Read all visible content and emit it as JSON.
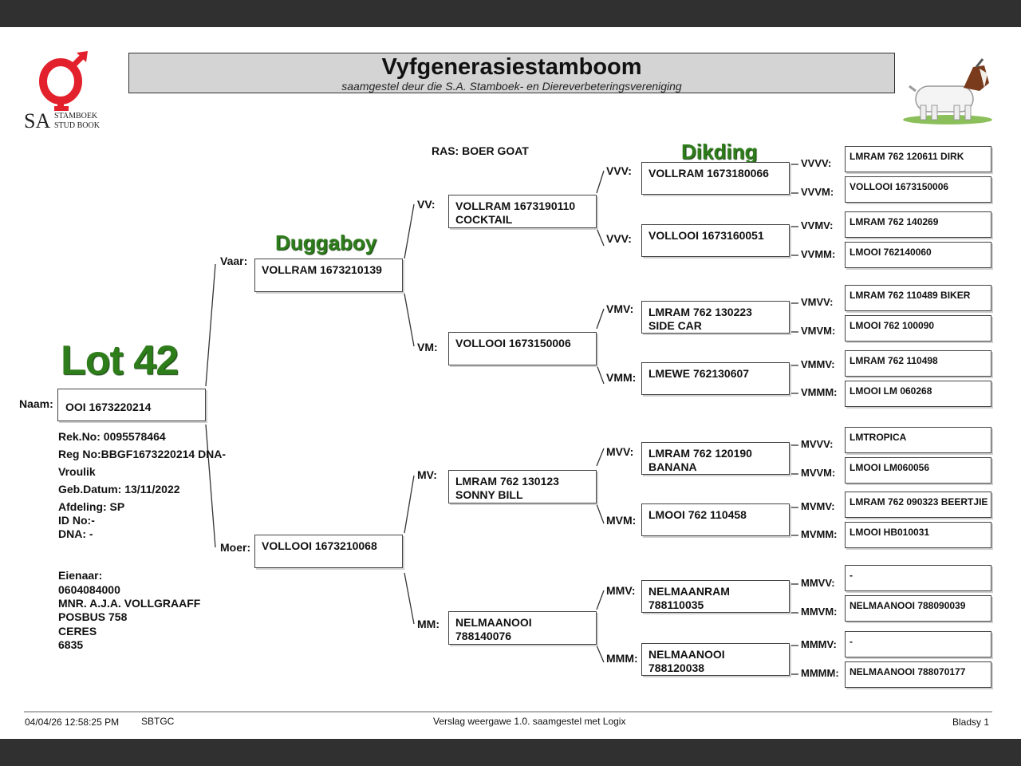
{
  "header": {
    "title": "Vyfgenerasiestamboom",
    "subtitle": "saamgestel deur die S.A. Stamboek- en Diereverbeteringsvereniging",
    "logo_text_big": "SA",
    "logo_text_line1": "STAMBOEK",
    "logo_text_line2": "STUD BOOK",
    "colors": {
      "logo_red": "#e3212c",
      "title_bar": "#d4d4d4",
      "green_label": "#2e7d1b"
    }
  },
  "breed": "RAS: BOER GOAT",
  "lot": "Lot 42",
  "nicknames": {
    "sire": "Duggaboy",
    "vvv": "Dikding"
  },
  "animal": {
    "label": "Naam:",
    "name": "OOI 1673220214",
    "rek": "Rek.No: 0095578464",
    "reg": "Reg No:BBGF1673220214 DNA-",
    "sex": "Vroulik",
    "born": "Geb.Datum: 13/11/2022",
    "afdeling": "Afdeling: SP",
    "id": "ID No:-",
    "dna": "DNA: -"
  },
  "owner": {
    "label": "Eienaar:",
    "number": "0604084000",
    "name": "MNR. A.J.A. VOLLGRAAFF",
    "address1": "POSBUS 758",
    "address2": "CERES",
    "postcode": "6835"
  },
  "parents": {
    "vaar_label": "Vaar:",
    "vaar": "VOLLRAM 1673210139",
    "moer_label": "Moer:",
    "moer": "VOLLOOI 1673210068"
  },
  "grandparents": [
    {
      "label": "VV:",
      "name": "VOLLRAM 1673190110\nCOCKTAIL"
    },
    {
      "label": "VM:",
      "name": "VOLLOOI 1673150006"
    },
    {
      "label": "MV:",
      "name": "LMRAM 762 130123\nSONNY BILL"
    },
    {
      "label": "MM:",
      "name": "NELMAANOOI\n788140076"
    }
  ],
  "gen3": [
    {
      "label": "VVV:",
      "name": "VOLLRAM 1673180066"
    },
    {
      "label": "VVV:",
      "name": "VOLLOOI 1673160051"
    },
    {
      "label": "VMV:",
      "name": "LMRAM 762 130223\nSIDE CAR"
    },
    {
      "label": "VMM:",
      "name": "LMEWE 762130607"
    },
    {
      "label": "MVV:",
      "name": "LMRAM 762 120190\nBANANA"
    },
    {
      "label": "MVM:",
      "name": "LMOOI 762 110458"
    },
    {
      "label": "MMV:",
      "name": "NELMAANRAM\n788110035"
    },
    {
      "label": "MMM:",
      "name": "NELMAANOOI\n788120038"
    }
  ],
  "gen4": [
    {
      "label": "VVVV:",
      "name": "LMRAM 762 120611 DIRK"
    },
    {
      "label": "VVVM:",
      "name": "VOLLOOI 1673150006"
    },
    {
      "label": "VVMV:",
      "name": "LMRAM 762 140269"
    },
    {
      "label": "VVMM:",
      "name": "LMOOI 762140060"
    },
    {
      "label": "VMVV:",
      "name": "LMRAM 762 110489 BIKER"
    },
    {
      "label": "VMVM:",
      "name": "LMOOI 762 100090"
    },
    {
      "label": "VMMV:",
      "name": "LMRAM 762 110498"
    },
    {
      "label": "VMMM:",
      "name": "LMOOI LM 060268"
    },
    {
      "label": "MVVV:",
      "name": "LMTROPICA"
    },
    {
      "label": "MVVM:",
      "name": "LMOOI LM060056"
    },
    {
      "label": "MVMV:",
      "name": "LMRAM 762 090323 BEERTJIE"
    },
    {
      "label": "MVMM:",
      "name": "LMOOI HB010031"
    },
    {
      "label": "MMVV:",
      "name": "-"
    },
    {
      "label": "MMVM:",
      "name": "NELMAANOOI 788090039"
    },
    {
      "label": "MMMV:",
      "name": "-"
    },
    {
      "label": "MMMM:",
      "name": "NELMAANOOI 788070177"
    }
  ],
  "footer": {
    "datetime": "04/04/26 12:58:25 PM",
    "code": "SBTGC",
    "report": "Verslag weergawe 1.0. saamgestel met Logix",
    "page": "Bladsy 1"
  }
}
